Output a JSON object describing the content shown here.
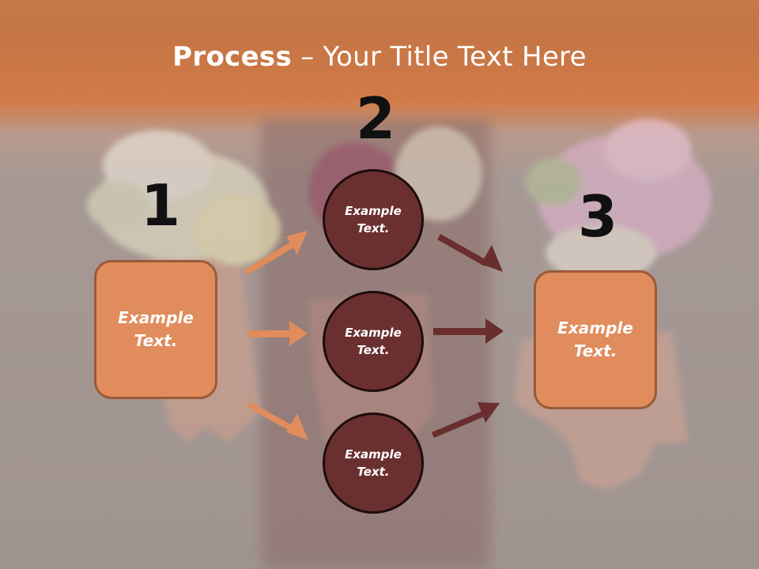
{
  "title": {
    "bold": "Process",
    "rest": " – Your Title Text Here"
  },
  "steps": [
    {
      "number": "1",
      "text": "Example\nText."
    },
    {
      "number": "2"
    },
    {
      "number": "3",
      "text": "Example\nText."
    }
  ],
  "circles": [
    {
      "text": "Example\nText."
    },
    {
      "text": "Example\nText."
    },
    {
      "text": "Example\nText."
    }
  ],
  "colors": {
    "header": "#d77b46",
    "box_fill": "#e08c5c",
    "box_border": "#9a5a38",
    "circle_fill": "#6a3030",
    "arrow_light": "#e08c5c",
    "arrow_dark": "#6a2e2e"
  }
}
